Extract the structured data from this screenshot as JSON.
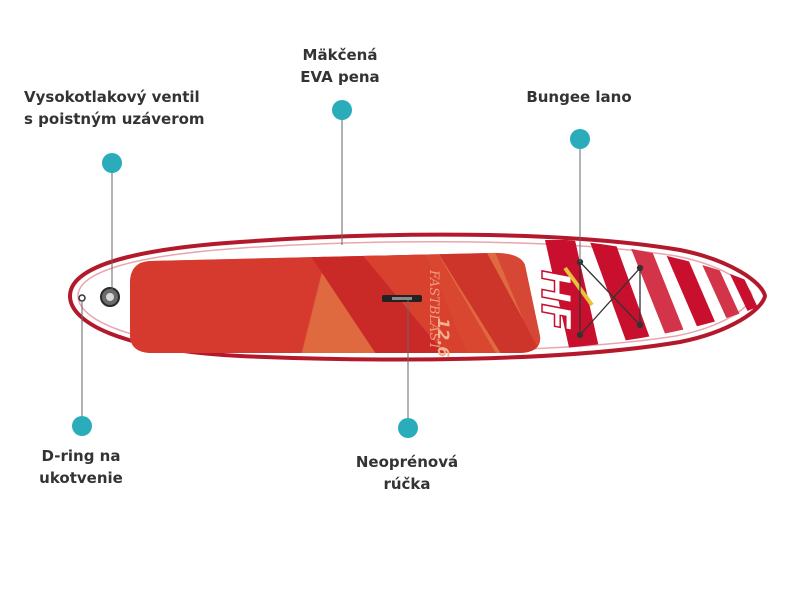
{
  "callouts": {
    "valve": {
      "line1": "Vysokotlakový ventil",
      "line2": "s poistným uzáverom"
    },
    "eva": {
      "line1": "Mäkčená",
      "line2": "EVA pena"
    },
    "bungee": {
      "line1": "Bungee lano"
    },
    "dring": {
      "line1": "D-ring na",
      "line2": "ukotvenie"
    },
    "handle": {
      "line1": "Neoprénová",
      "line2": "rúčka"
    }
  },
  "board": {
    "model_text": "FASTBLAST",
    "size_text": "12.6",
    "logo_text": "HF"
  },
  "colors": {
    "marker": "#2bacbb",
    "board_rim": "#b3192b",
    "deck_red": "#d63a2f",
    "deck_orange": "#e8603a",
    "stripe_red": "#c8102e"
  }
}
